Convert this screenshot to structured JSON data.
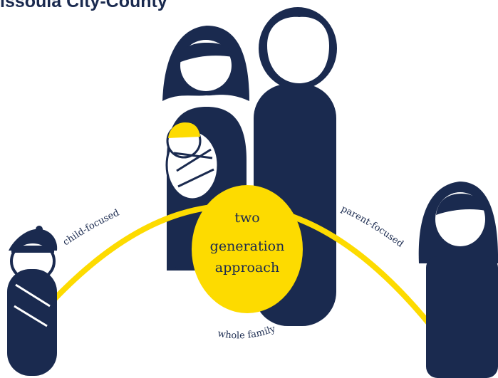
{
  "header": {
    "title": "issoula City-County"
  },
  "center": {
    "line1": "two",
    "line2": "generation",
    "line3": "approach"
  },
  "labels": {
    "left": "child-focused",
    "right": "parent-focused",
    "bottom": "whole family"
  },
  "colors": {
    "navy": "#1a2a4f",
    "yellow": "#fddb00",
    "white": "#ffffff"
  },
  "icons": [
    "mother-icon",
    "father-icon",
    "baby-icon",
    "child-icon",
    "parent-icon"
  ]
}
